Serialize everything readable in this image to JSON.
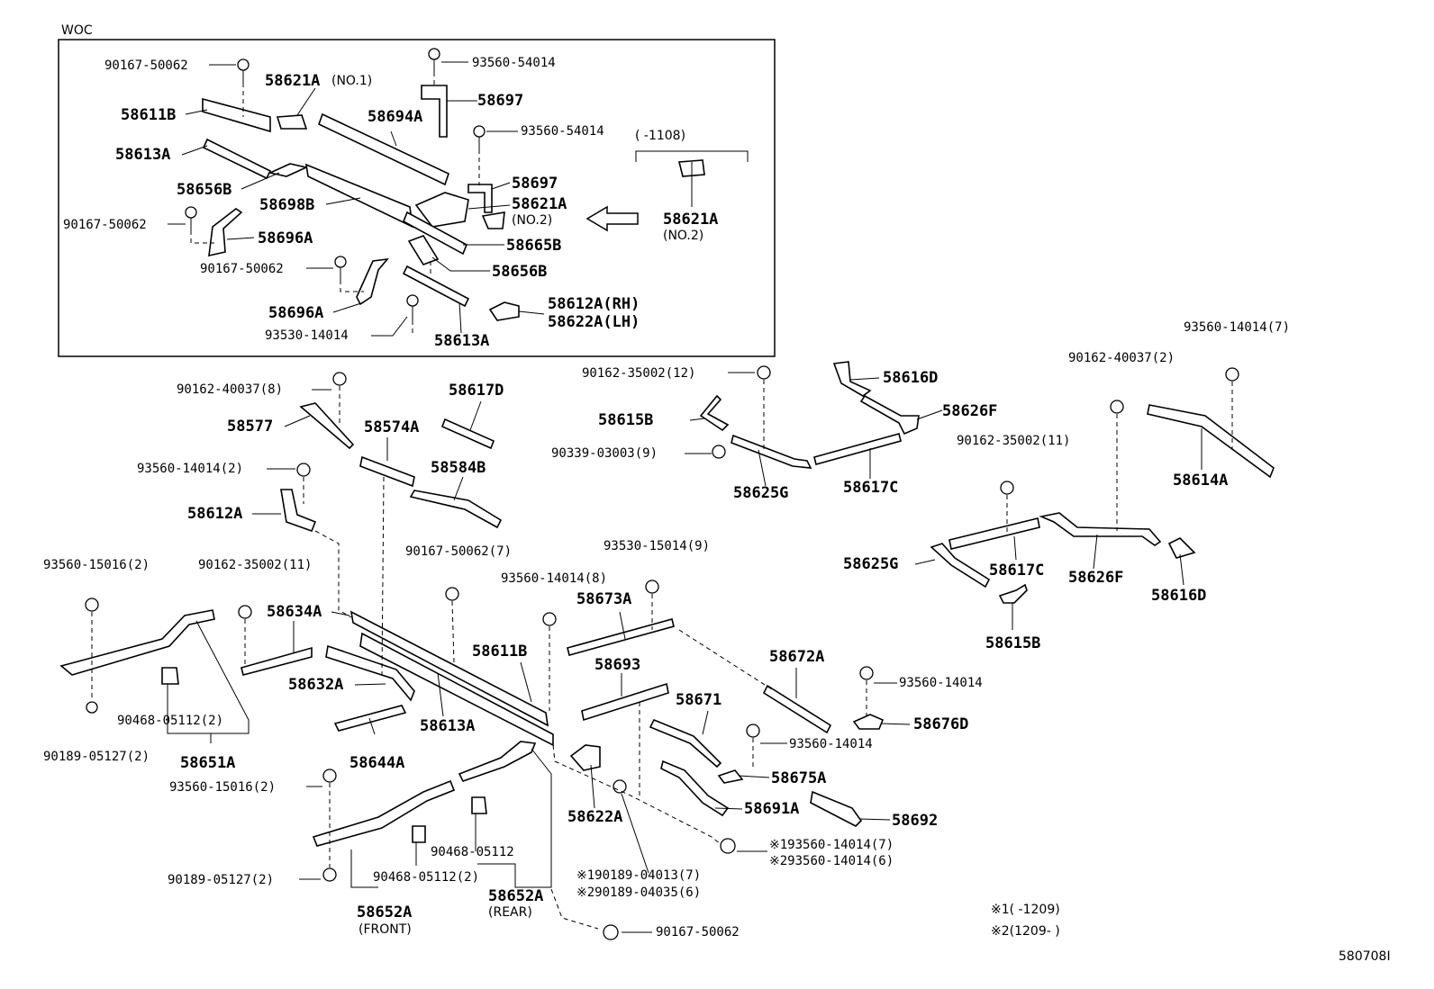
{
  "diagram": {
    "inset_title": "WOC",
    "figure_code": "580708I",
    "inset_variant_range": "(      -1108)",
    "inset_variant_part": "58621A",
    "inset_variant_note": "(NO.2)",
    "footnotes": [
      "※1(      -1209)",
      "※2(1209-      )"
    ],
    "labels": {
      "i1": "90167-50062",
      "i2": "58621A",
      "i2n": "(NO.1)",
      "i3": "58611B",
      "i4": "58613A",
      "i5": "58656B",
      "i6": "90167-50062",
      "i7": "58698B",
      "i8": "58696A",
      "i9": "90167-50062",
      "i10": "58696A",
      "i11": "93530-14014",
      "i12": "93560-54014",
      "i13": "58697",
      "i14": "58694A",
      "i15": "93560-54014",
      "i16": "58697",
      "i17": "58621A",
      "i17n": "(NO.2)",
      "i18": "58665B",
      "i19": "58656B",
      "i20": "58612A(RH)",
      "i21": "58622A(LH)",
      "i22": "58613A",
      "m1": "90162-40037(8)",
      "m2": "58577",
      "m3": "58574A",
      "m4": "58617D",
      "m5": "58584B",
      "m6": "93560-14014(2)",
      "m7": "58612A",
      "m8": "93560-15016(2)",
      "m9": "90162-35002(11)",
      "m10": "58634A",
      "m11": "90468-05112(2)",
      "m12": "90189-05127(2)",
      "m13": "58651A",
      "m14": "58632A",
      "m15": "58644A",
      "m16": "58613A",
      "m17": "58611B",
      "m18": "90167-50062(7)",
      "m19": "93560-14014(8)",
      "m20": "93530-15014(9)",
      "m21": "58673A",
      "m22": "58693",
      "m23": "58671",
      "m24": "58672A",
      "m25": "93560-14014",
      "m26": "58676D",
      "m27": "93560-14014",
      "m28": "58675A",
      "m29": "58691A",
      "m30": "58692",
      "m31": "58622A",
      "m32": "※193560-14014(7)",
      "m33": "※293560-14014(6)",
      "m34": "※190189-04013(7)",
      "m35": "※290189-04035(6)",
      "m36": "93560-15016(2)",
      "m37": "90189-05127(2)",
      "m38": "90468-05112(2)",
      "m39": "90468-05112",
      "m40": "58652A",
      "m40n": "(FRONT)",
      "m41": "58652A",
      "m41n": "(REAR)",
      "m42": "90167-50062",
      "r1": "90162-35002(12)",
      "r2": "58616D",
      "r3": "58615B",
      "r4": "58626F",
      "r5": "90339-03003(9)",
      "r6": "58625G",
      "r7": "58617C",
      "r8": "90162-40037(2)",
      "r9": "93560-14014(7)",
      "r10": "58614A",
      "r11": "90162-35002(11)",
      "r12": "58625G",
      "r13": "58617C",
      "r14": "58626F",
      "r15": "58616D",
      "r16": "58615B"
    }
  }
}
